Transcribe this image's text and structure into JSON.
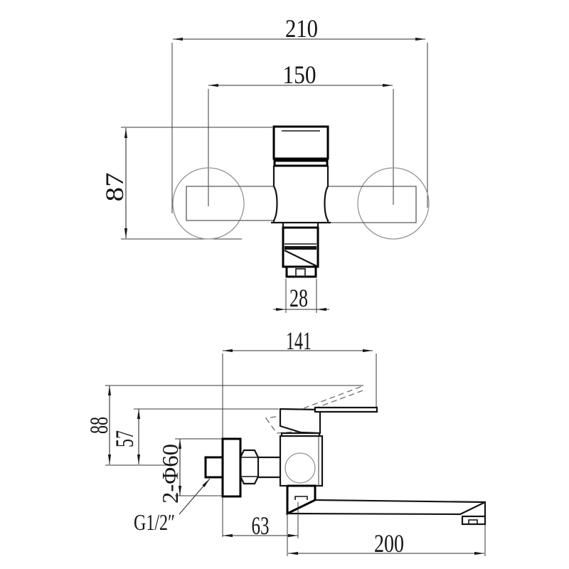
{
  "drawing": {
    "title": "wall-mounted-mixer-technical-drawing",
    "background_color": "#ffffff",
    "line_color": "#161616",
    "front_view": {
      "dim_overall_width": "210",
      "dim_hole_spacing": "150",
      "dim_body_height": "87",
      "dim_spout_width": "28"
    },
    "side_view": {
      "dim_lever_reach": "141",
      "dim_lever_raised_height": "88",
      "dim_body_top_height": "57",
      "dim_flange_diameter": "2-Φ60",
      "dim_inlet_thread": "G1/2″",
      "dim_wall_to_spout_axis": "63",
      "dim_spout_reach": "200"
    }
  }
}
